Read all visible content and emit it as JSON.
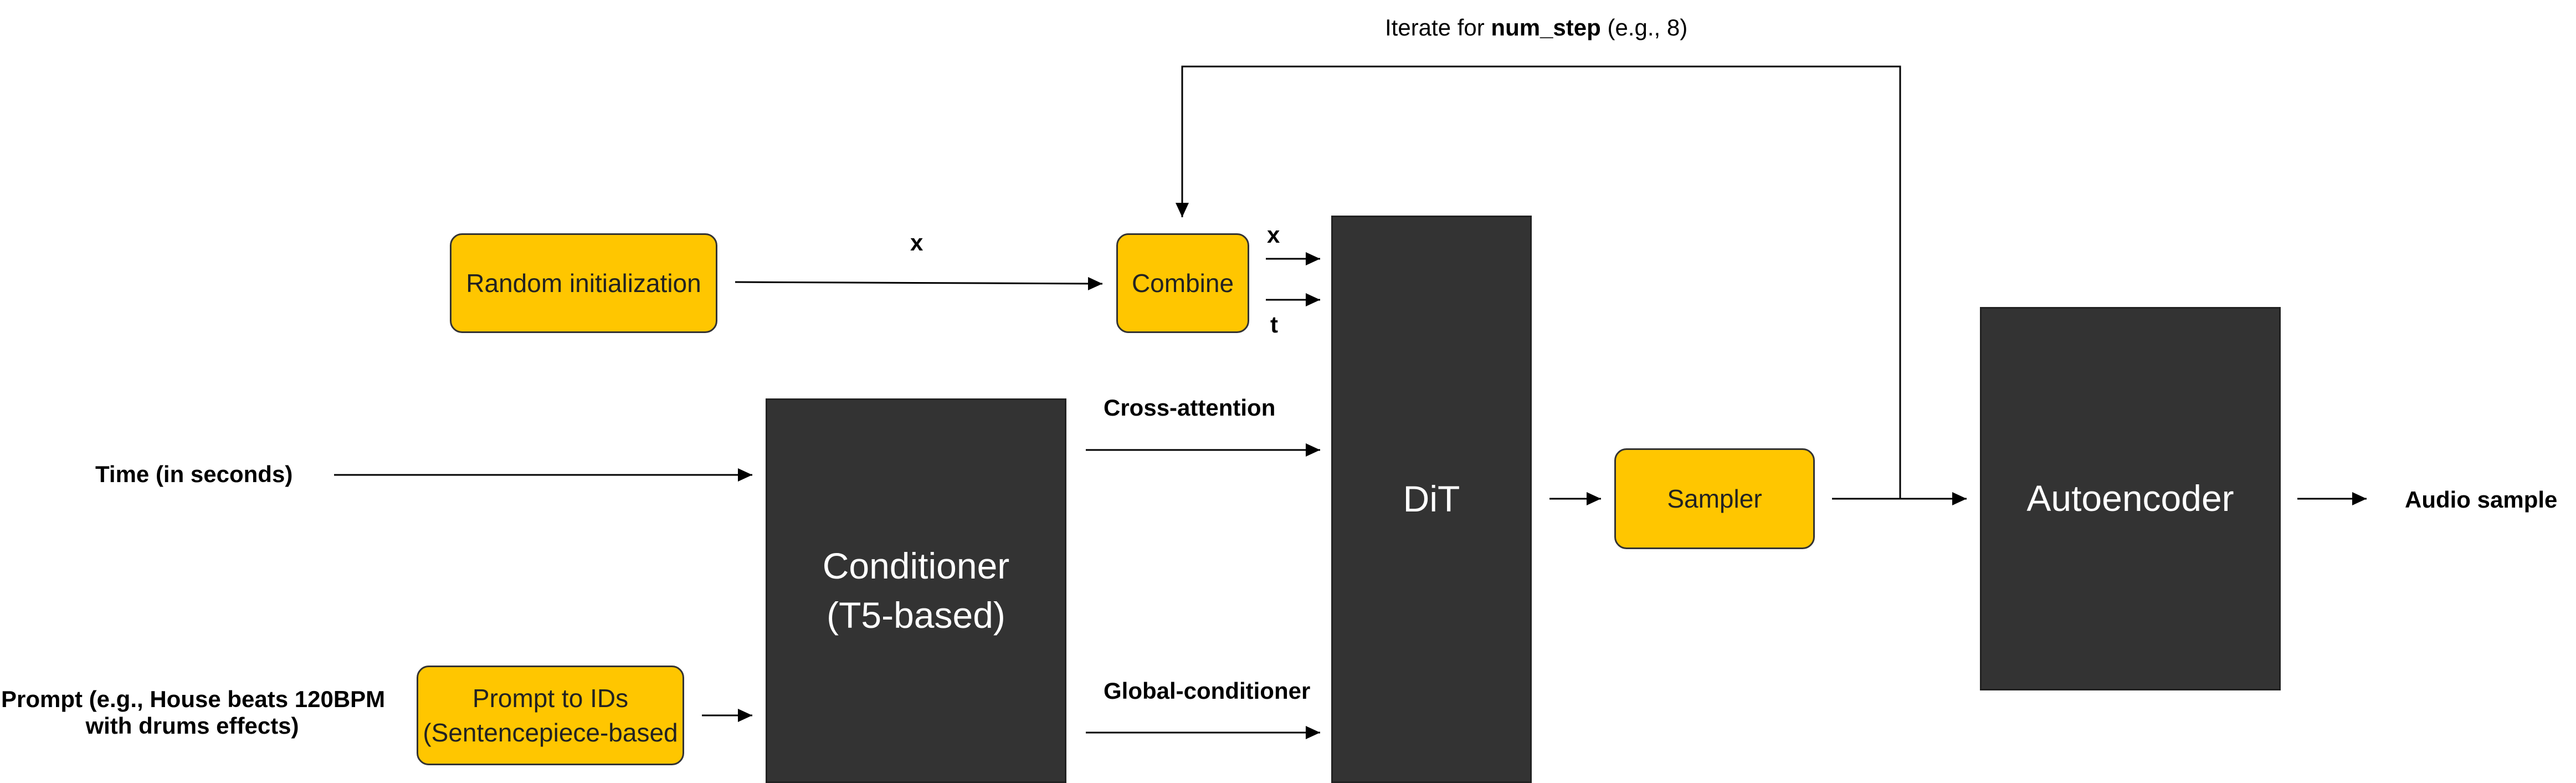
{
  "colors": {
    "accent": "#ffc600",
    "dark_block": "#333333",
    "line": "#000000"
  },
  "boxes": {
    "random_init": "Random initialization",
    "combine": "Combine",
    "sampler": "Sampler",
    "prompt_to_ids": [
      "Prompt to IDs",
      "(Sentencepiece-based"
    ],
    "conditioner": [
      "Conditioner",
      "(T5-based)"
    ],
    "dit": "DiT",
    "autoencoder": "Autoencoder"
  },
  "labels": {
    "iterate_prefix": "Iterate for ",
    "iterate_bold": "num_step",
    "iterate_suffix": " (e.g., 8)",
    "x_init": "x",
    "x_combine": "x",
    "t_combine": "t",
    "time_input": "Time (in seconds)",
    "prompt_input": [
      "Prompt (e.g., House beats 120BPM",
      "with drums effects)"
    ],
    "cross_attention": "Cross-attention",
    "global_conditioner": "Global-conditioner",
    "audio_sample": "Audio sample"
  }
}
